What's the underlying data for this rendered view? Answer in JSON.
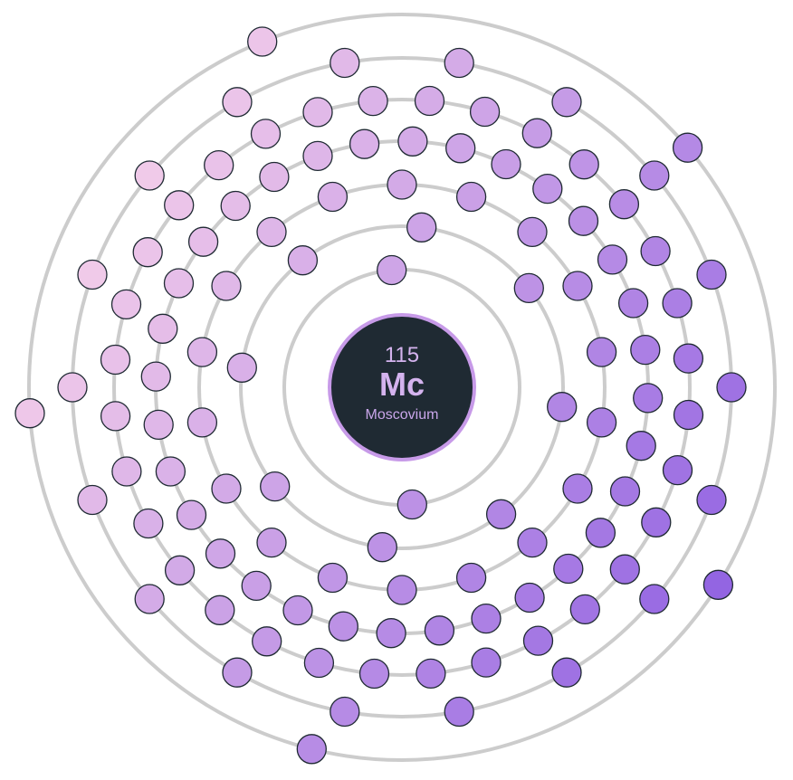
{
  "element": {
    "atomic_number": "115",
    "symbol": "Mc",
    "name": "Moscovium"
  },
  "shells": [
    {
      "electrons": 2
    },
    {
      "electrons": 8
    },
    {
      "electrons": 18
    },
    {
      "electrons": 32
    },
    {
      "electrons": 32
    },
    {
      "electrons": 18
    },
    {
      "electrons": 5
    }
  ],
  "colors": {
    "nucleus_fill": "#1f2a33",
    "nucleus_ring": "#c79ae8",
    "text_number": "#d4b3ee",
    "text_symbol": "#d4b3ee",
    "text_name": "#c9a6ea",
    "shell_stroke": "#cccccc",
    "electron_light": "#f9d3ea",
    "electron_dark": "#9163e2"
  }
}
